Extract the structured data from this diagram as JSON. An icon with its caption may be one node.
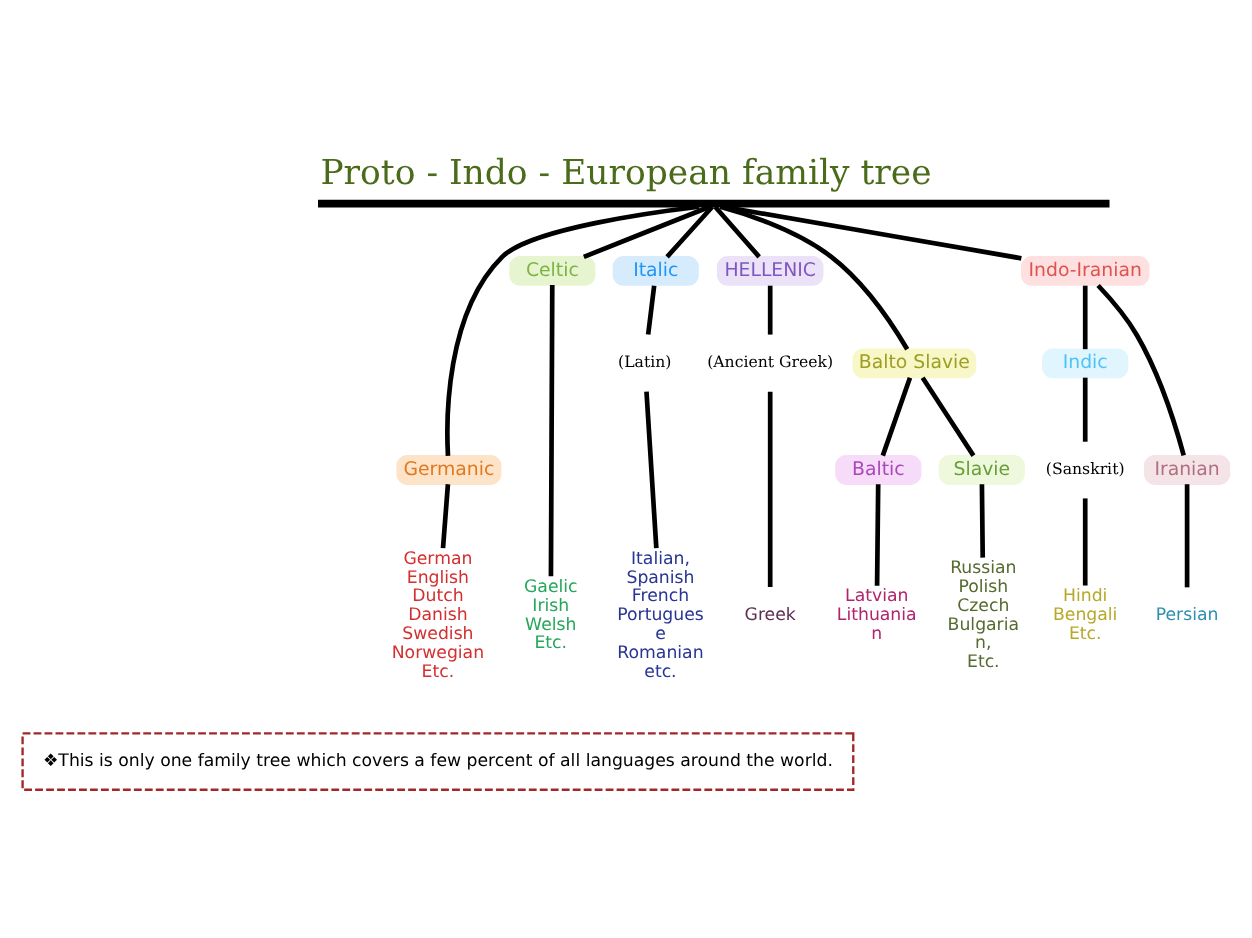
{
  "diagram": {
    "title": "Proto - Indo - European family tree",
    "nodes": [
      {
        "text": [],
        "shape": "bar"
      },
      {
        "text": [
          "Germanic"
        ]
      },
      {
        "text": [
          "Celtic"
        ]
      },
      {
        "text": [
          "Italic"
        ]
      },
      {
        "text": [
          "HELLENIC"
        ]
      },
      {
        "text": [
          "Balto Slavie"
        ]
      },
      {
        "text": [
          "Indo-Iranian"
        ]
      },
      {
        "text": [
          "Baltic"
        ]
      },
      {
        "text": [
          "Slavie"
        ]
      },
      {
        "text": [
          "Indic"
        ]
      },
      {
        "text": [
          "Iranian"
        ]
      },
      {
        "text": [
          "(Latin)"
        ]
      },
      {
        "text": [
          "(Ancient Greek)"
        ]
      },
      {
        "text": [
          "(Sanskrit)"
        ]
      },
      {
        "text": [
          "German English Dutch Danish Swedish Norwegian Etc."
        ]
      },
      {
        "text": [
          "Gaelic Irish Welsh Etc."
        ]
      },
      {
        "text": [
          "Italian, Spanish French Portugues e Romanian etc."
        ]
      },
      {
        "text": [
          "Greek"
        ]
      },
      {
        "text": [
          "Latvian Lithuania n"
        ]
      },
      {
        "text": [
          "Russian Polish Czech Bulgaria n, Etc."
        ]
      },
      {
        "text": [
          "Hindi Bengali Etc."
        ]
      },
      {
        "text": [
          "Persian"
        ]
      },
      {
        "text": [
          "❖This is only one family tree which covers a few percent of all languages around the world."
        ]
      }
    ],
    "edges": [
      {
        "from": 0,
        "to": 1,
        "arrow": "none"
      },
      {
        "from": 0,
        "to": 2,
        "arrow": "none"
      },
      {
        "from": 0,
        "to": 3,
        "arrow": "none"
      },
      {
        "from": 0,
        "to": 4,
        "arrow": "none"
      },
      {
        "from": 0,
        "to": 5,
        "arrow": "none"
      },
      {
        "from": 0,
        "to": 6,
        "arrow": "none"
      },
      {
        "from": 5,
        "to": 7,
        "arrow": "none"
      },
      {
        "from": 5,
        "to": 8,
        "arrow": "none"
      },
      {
        "from": 6,
        "to": 9,
        "arrow": "none"
      },
      {
        "from": 6,
        "to": 10,
        "arrow": "none"
      },
      {
        "from": 1,
        "to": 14,
        "arrow": "none"
      },
      {
        "from": 2,
        "to": 15,
        "arrow": "none"
      },
      {
        "from": 3,
        "to": 11,
        "arrow": "none"
      },
      {
        "from": 11,
        "to": 16,
        "arrow": "none"
      },
      {
        "from": 4,
        "to": 12,
        "arrow": "none"
      },
      {
        "from": 12,
        "to": 17,
        "arrow": "none"
      },
      {
        "from": 7,
        "to": 18,
        "arrow": "none"
      },
      {
        "from": 8,
        "to": 19,
        "arrow": "none"
      },
      {
        "from": 9,
        "to": 13,
        "arrow": "none"
      },
      {
        "from": 13,
        "to": 20,
        "arrow": "none"
      },
      {
        "from": 10,
        "to": 21,
        "arrow": "none"
      }
    ]
  }
}
